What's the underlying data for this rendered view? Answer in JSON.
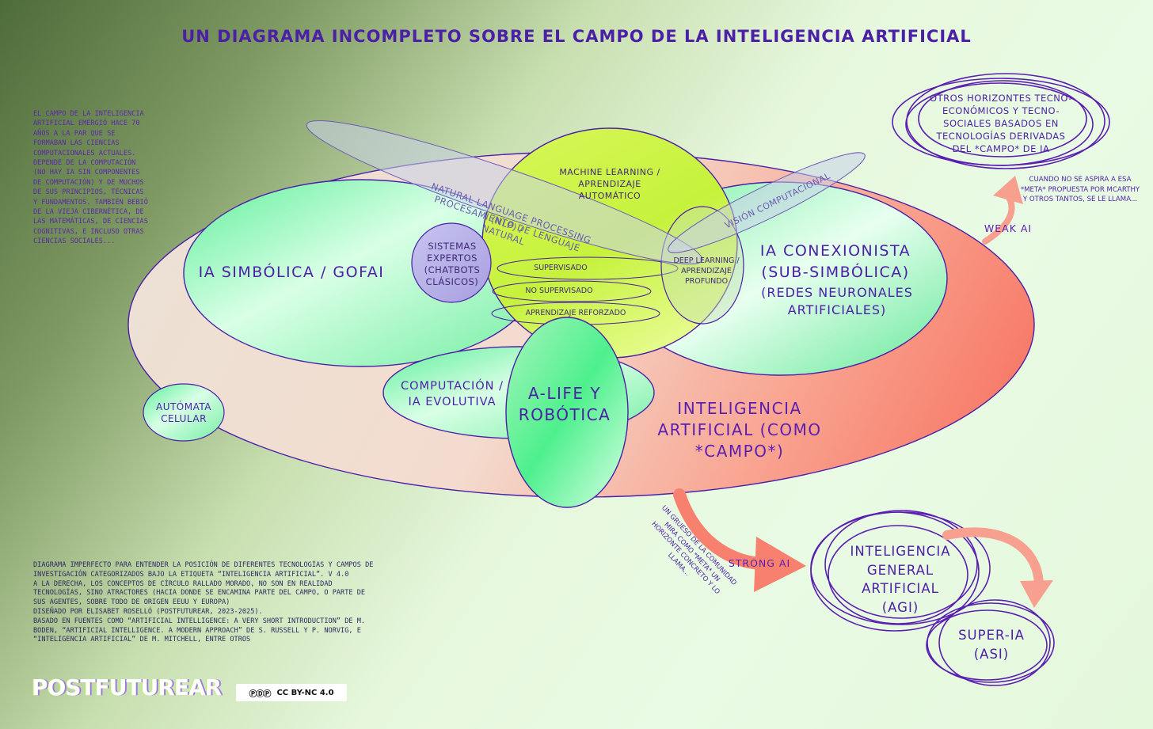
{
  "title": "UN DIAGRAMA INCOMPLETO SOBRE EL CAMPO DE LA INTELIGENCIA ARTIFICIAL",
  "intro_text": "EL CAMPO DE LA INTELIGENCIA ARTIFICIAL EMERGIÓ HACE 70 AÑOS A LA PAR QUE SE FORMABAN LAS CIENCIAS COMPUTACIONALES ACTUALES. DEPENDE DE LA COMPUTACIÓN (NO HAY IA SIN COMPONENTES DE COMPUTACIÓN) Y DE MUCHOS DE SUS PRINCIPIOS, TÉCNICAS Y FUNDAMENTOS. TAMBIÉN BEBIÓ DE LA VIEJA CIBERNÉTICA, DE LAS MATEMÁTICAS, DE CIENCIAS COGNITIVAS, E INCLUSO OTRAS CIENCIAS SOCIALES...",
  "labels": {
    "machine_learning": "MACHINE LEARNING / APRENDIZAJE AUTOMÁTICO",
    "nlp_line1": "NATURAL LANGUAGE PROCESSING (NLP) /",
    "nlp_line2": "PROCESAMIENTO DE LENGUAJE NATURAL",
    "vision": "VISIÓN COMPUTACIONAL",
    "sistemas_expertos": "SISTEMAS EXPERTOS (CHATBOTS CLÁSICOS)",
    "supervisado": "SUPERVISADO",
    "no_supervisado": "NO SUPERVISADO",
    "reforzado": "APRENDIZAJE REFORZADO",
    "deep_learning": "DEEP LEARNING / APRENDIZAJE PROFUNDO",
    "ia_simbolica": "IA SIMBÓLICA / GOFAI",
    "conexionista": "IA CONEXIONISTA (SUB-SIMBÓLICA)",
    "redes": "(REDES NEURONALES ARTIFICIALES)",
    "computacion_evolutiva": "COMPUTACIÓN / IA EVOLUTIVA",
    "alife": "A-LIFE Y ROBÓTICA",
    "ia_campo": "INTELIGENCIA ARTIFICIAL (COMO *CAMPO*)",
    "automata": "AUTÓMATA CELULAR",
    "otros_horizontes": "OTROS HORIZONTES TECNO-ECONÓMICOS Y TECNO-SOCIALES BASADOS EN TECNOLOGÍAS DERIVADAS DEL *CAMPO* DE IA",
    "weak_note": "CUANDO NO SE ASPIRA A ESA *META* PROPUESTA POR MCARTHY Y OTROS TANTOS, SE LE LLAMA...",
    "weak_ai": "WEAK AI",
    "strong_ai": "STRONG AI",
    "strong_note": "UN GRUESO DE LA COMUNIDAD MIRA COMO *META* UN HORIZONTE CONCRETO Y LO LLAMA...",
    "agi": "INTELIGENCIA GENERAL ARTIFICIAL (AGI)",
    "asi": "SUPER-IA (ASI)"
  },
  "footer_text": [
    "DIAGRAMA IMPERFECTO PARA ENTENDER LA POSICIÓN DE DIFERENTES TECNOLOGÍAS Y CAMPOS DE INVESTIGACIÓN CATEGORIZADOS BAJO LA ETIQUETA “INTELIGENCIA ARTIFICIAL”. V 4.0",
    " A LA DERECHA, LOS CONCEPTOS DE CÍRCULO RALLADO MORADO, NO SON EN REALIDAD TECNOLOGÍAS, SINO ATRACTORES (HACIA DONDE SE ENCAMINA PARTE DEL CAMPO, O PARTE DE SUS AGENTES, SOBRE TODO DE ORIGEN EEUU Y EUROPA)",
    "DISEÑADO POR ELISABET ROSELLÓ (POSTFUTUREAR, 2023-2025).",
    "BASADO EN FUENTES COMO “ARTIFICIAL INTELLIGENCE: A VERY SHORT INTRODUCTION” DE M. BODEN, “ARTIFICIAL INTELLIGENCE. A MODERN APPROACH” DE S. RUSSELL Y P. NORVIG, E “INTELIGENCIA ARTIFICIAL” DE M. MITCHELL, ENTRE OTROS"
  ],
  "logo": "POSTFUTUREAR",
  "license": "CC BY-NC 4.0",
  "license_icons": "cc-by-nc-icon",
  "colors": {
    "purple": "#4b1fa6",
    "salmon": "#f7806e",
    "lime": "#d6f44a",
    "green": "#6ef0a0"
  }
}
